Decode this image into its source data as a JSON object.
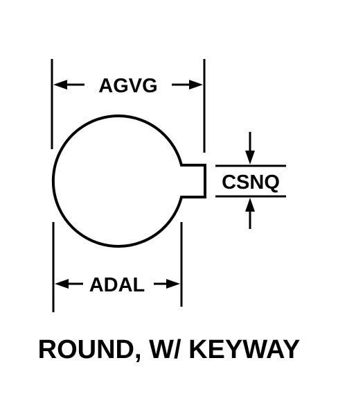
{
  "dimensions": {
    "top_width_label": "AGVG",
    "bottom_width_label": "ADAL",
    "keyway_height_label": "CSNQ"
  },
  "caption": "ROUND, W/ KEYWAY",
  "colors": {
    "line": "#000000",
    "background": "#ffffff"
  }
}
